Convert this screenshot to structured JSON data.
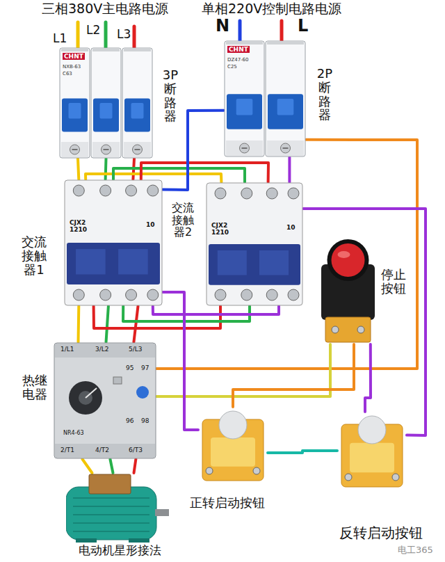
{
  "diagram": {
    "nodes": [
      {
        "text": [
          "3P 断路器",
          "CHNT",
          "NXB-63",
          "C63"
        ]
      },
      {
        "text": [
          "2P 断路器",
          "CHNT",
          "DZ47-60",
          "C25"
        ]
      },
      {
        "text": [
          "交流接触器1",
          "CJX2 1210",
          "10"
        ]
      },
      {
        "text": [
          "交流接触器2",
          "CJX2 1210",
          "10"
        ]
      },
      {
        "text": [
          "停止按钮"
        ]
      },
      {
        "text": [
          "热继电器",
          "1/L1",
          "3/L2",
          "5/L3",
          "95",
          "97",
          "96",
          "98",
          "NR4-63",
          "2/T1",
          "4/T2",
          "6/T3"
        ]
      },
      {
        "text": [
          "正转启动按钮"
        ]
      },
      {
        "text": [
          "反转启动按钮"
        ]
      },
      {
        "text": [
          "电动机星形接法"
        ]
      }
    ],
    "edges": [
      {
        "from": 0,
        "to": 2,
        "arrow": "none"
      },
      {
        "from": 0,
        "to": 2,
        "arrow": "none"
      },
      {
        "from": 0,
        "to": 2,
        "arrow": "none"
      },
      {
        "from": 2,
        "to": 3,
        "arrow": "none"
      },
      {
        "from": 2,
        "to": 3,
        "arrow": "none"
      },
      {
        "from": 2,
        "to": 3,
        "arrow": "none"
      },
      {
        "from": 2,
        "to": 5,
        "arrow": "none"
      },
      {
        "from": 2,
        "to": 5,
        "arrow": "none"
      },
      {
        "from": 2,
        "to": 5,
        "arrow": "none"
      },
      {
        "from": 3,
        "to": 2,
        "arrow": "none"
      },
      {
        "from": 3,
        "to": 2,
        "arrow": "none"
      },
      {
        "from": 3,
        "to": 2,
        "arrow": "none"
      },
      {
        "from": 5,
        "to": 8,
        "arrow": "none"
      },
      {
        "from": 5,
        "to": 8,
        "arrow": "none"
      },
      {
        "from": 5,
        "to": 8,
        "arrow": "none"
      },
      {
        "from": 1,
        "to": 5,
        "arrow": "none"
      },
      {
        "from": 5,
        "to": 4,
        "arrow": "none"
      },
      {
        "from": 4,
        "to": 6,
        "arrow": "none"
      },
      {
        "from": 4,
        "to": 7,
        "arrow": "none"
      },
      {
        "from": 6,
        "to": 2,
        "arrow": "none"
      },
      {
        "from": 7,
        "to": 3,
        "arrow": "none"
      },
      {
        "from": 1,
        "to": 2,
        "arrow": "none"
      },
      {
        "from": 1,
        "to": 3,
        "arrow": "none"
      },
      {
        "from": 6,
        "to": 7,
        "arrow": "none"
      }
    ],
    "labels": [
      "三相380V主电路电源",
      "L1",
      "L2",
      "L3",
      "单相220V控制电路电源",
      "N",
      "L",
      "电工365"
    ]
  }
}
